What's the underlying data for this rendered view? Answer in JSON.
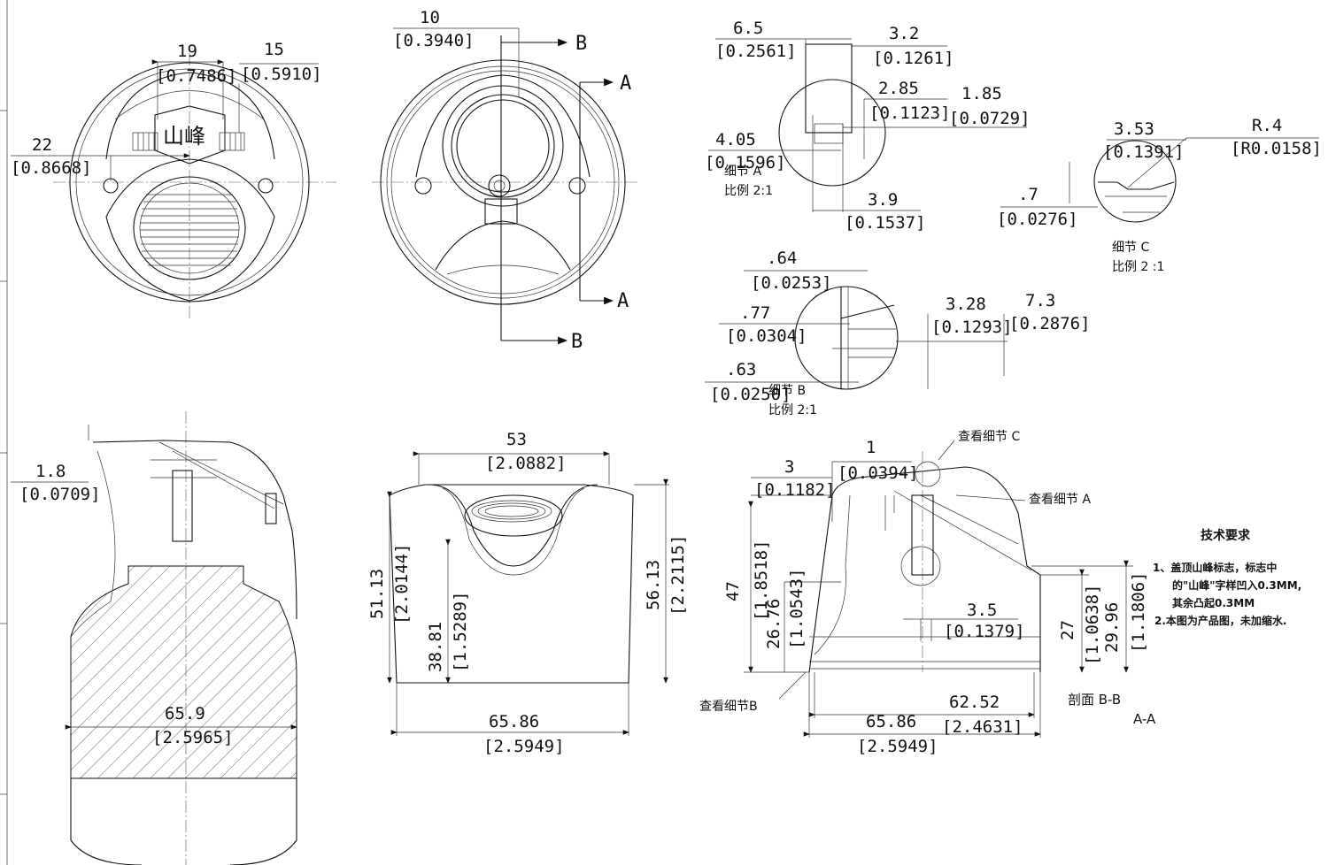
{
  "views": {
    "top": {
      "dims": [
        {
          "value": "19",
          "alt": "[0.7486]"
        },
        {
          "value": "15",
          "alt": "[0.5910]"
        },
        {
          "value": "22",
          "alt": "[0.8668]"
        }
      ],
      "logo_text": "山峰"
    },
    "bottom": {
      "dims": [
        {
          "value": "10",
          "alt": "[0.3940]"
        }
      ],
      "section_markers": [
        "B",
        "A",
        "A",
        "B"
      ]
    },
    "side": {
      "dims": [
        {
          "value": "1.8",
          "alt": "[0.0709]"
        },
        {
          "value": "65.9",
          "alt": "[2.5965]"
        }
      ]
    },
    "front": {
      "dims": [
        {
          "value": "53",
          "alt": "[2.0882]"
        },
        {
          "value": "51.13",
          "alt": "[2.0144]"
        },
        {
          "value": "38.81",
          "alt": "[1.5289]"
        },
        {
          "value": "56.13",
          "alt": "[2.2115]"
        },
        {
          "value": "65.86",
          "alt": "[2.5949]"
        }
      ]
    },
    "section": {
      "dims": [
        {
          "value": "3",
          "alt": "[0.1182]"
        },
        {
          "value": "1",
          "alt": "[0.0394]"
        },
        {
          "value": "47",
          "alt": "[1.8518]"
        },
        {
          "value": "26.76",
          "alt": "[1.0543]"
        },
        {
          "value": "3.5",
          "alt": "[0.1379]"
        },
        {
          "value": "62.52",
          "alt": "[2.4631]"
        },
        {
          "value": "65.86",
          "alt": "[2.5949]"
        },
        {
          "value": "27",
          "alt": "[1.0638]"
        },
        {
          "value": "29.96",
          "alt": "[1.1806]"
        }
      ],
      "callouts": {
        "detail_c": "查看细节 C",
        "detail_a": "查看细节 A",
        "detail_b": "查看细节B"
      },
      "section_label": "剖面 B-B",
      "section_label2": "A-A"
    },
    "detail_a": {
      "dims": [
        {
          "value": "6.5",
          "alt": "[0.2561]"
        },
        {
          "value": "3.2",
          "alt": "[0.1261]"
        },
        {
          "value": "2.85",
          "alt": "[0.1123]"
        },
        {
          "value": "1.85",
          "alt": "[0.0729]"
        },
        {
          "value": "4.05",
          "alt": "[0.1596]"
        },
        {
          "value": "3.9",
          "alt": "[0.1537]"
        }
      ],
      "label": "细节 A",
      "scale": "比例 2:1"
    },
    "detail_b": {
      "dims": [
        {
          "value": ".64",
          "alt": "[0.0253]"
        },
        {
          "value": ".77",
          "alt": "[0.0304]"
        },
        {
          "value": ".63",
          "alt": "[0.0250]"
        },
        {
          "value": "3.28",
          "alt": "[0.1293]"
        },
        {
          "value": "7.3",
          "alt": "[0.2876]"
        }
      ],
      "label": "细节 B",
      "scale": "比例 2:1"
    },
    "detail_c": {
      "dims": [
        {
          "value": "3.53",
          "alt": "[0.1391]"
        },
        {
          "value": "R.4",
          "alt": "[R0.0158]"
        },
        {
          "value": ".7",
          "alt": "[0.0276]"
        }
      ],
      "label": "细节 C",
      "scale": "比例 2 :1"
    }
  },
  "notes": {
    "title": "技术要求",
    "lines": [
      "1、盖顶山峰标志，标志中",
      "的\"山峰\"字样凹入0.3MM,",
      "其余凸起0.3MM",
      "2.本图为产品图，未加缩水."
    ]
  }
}
